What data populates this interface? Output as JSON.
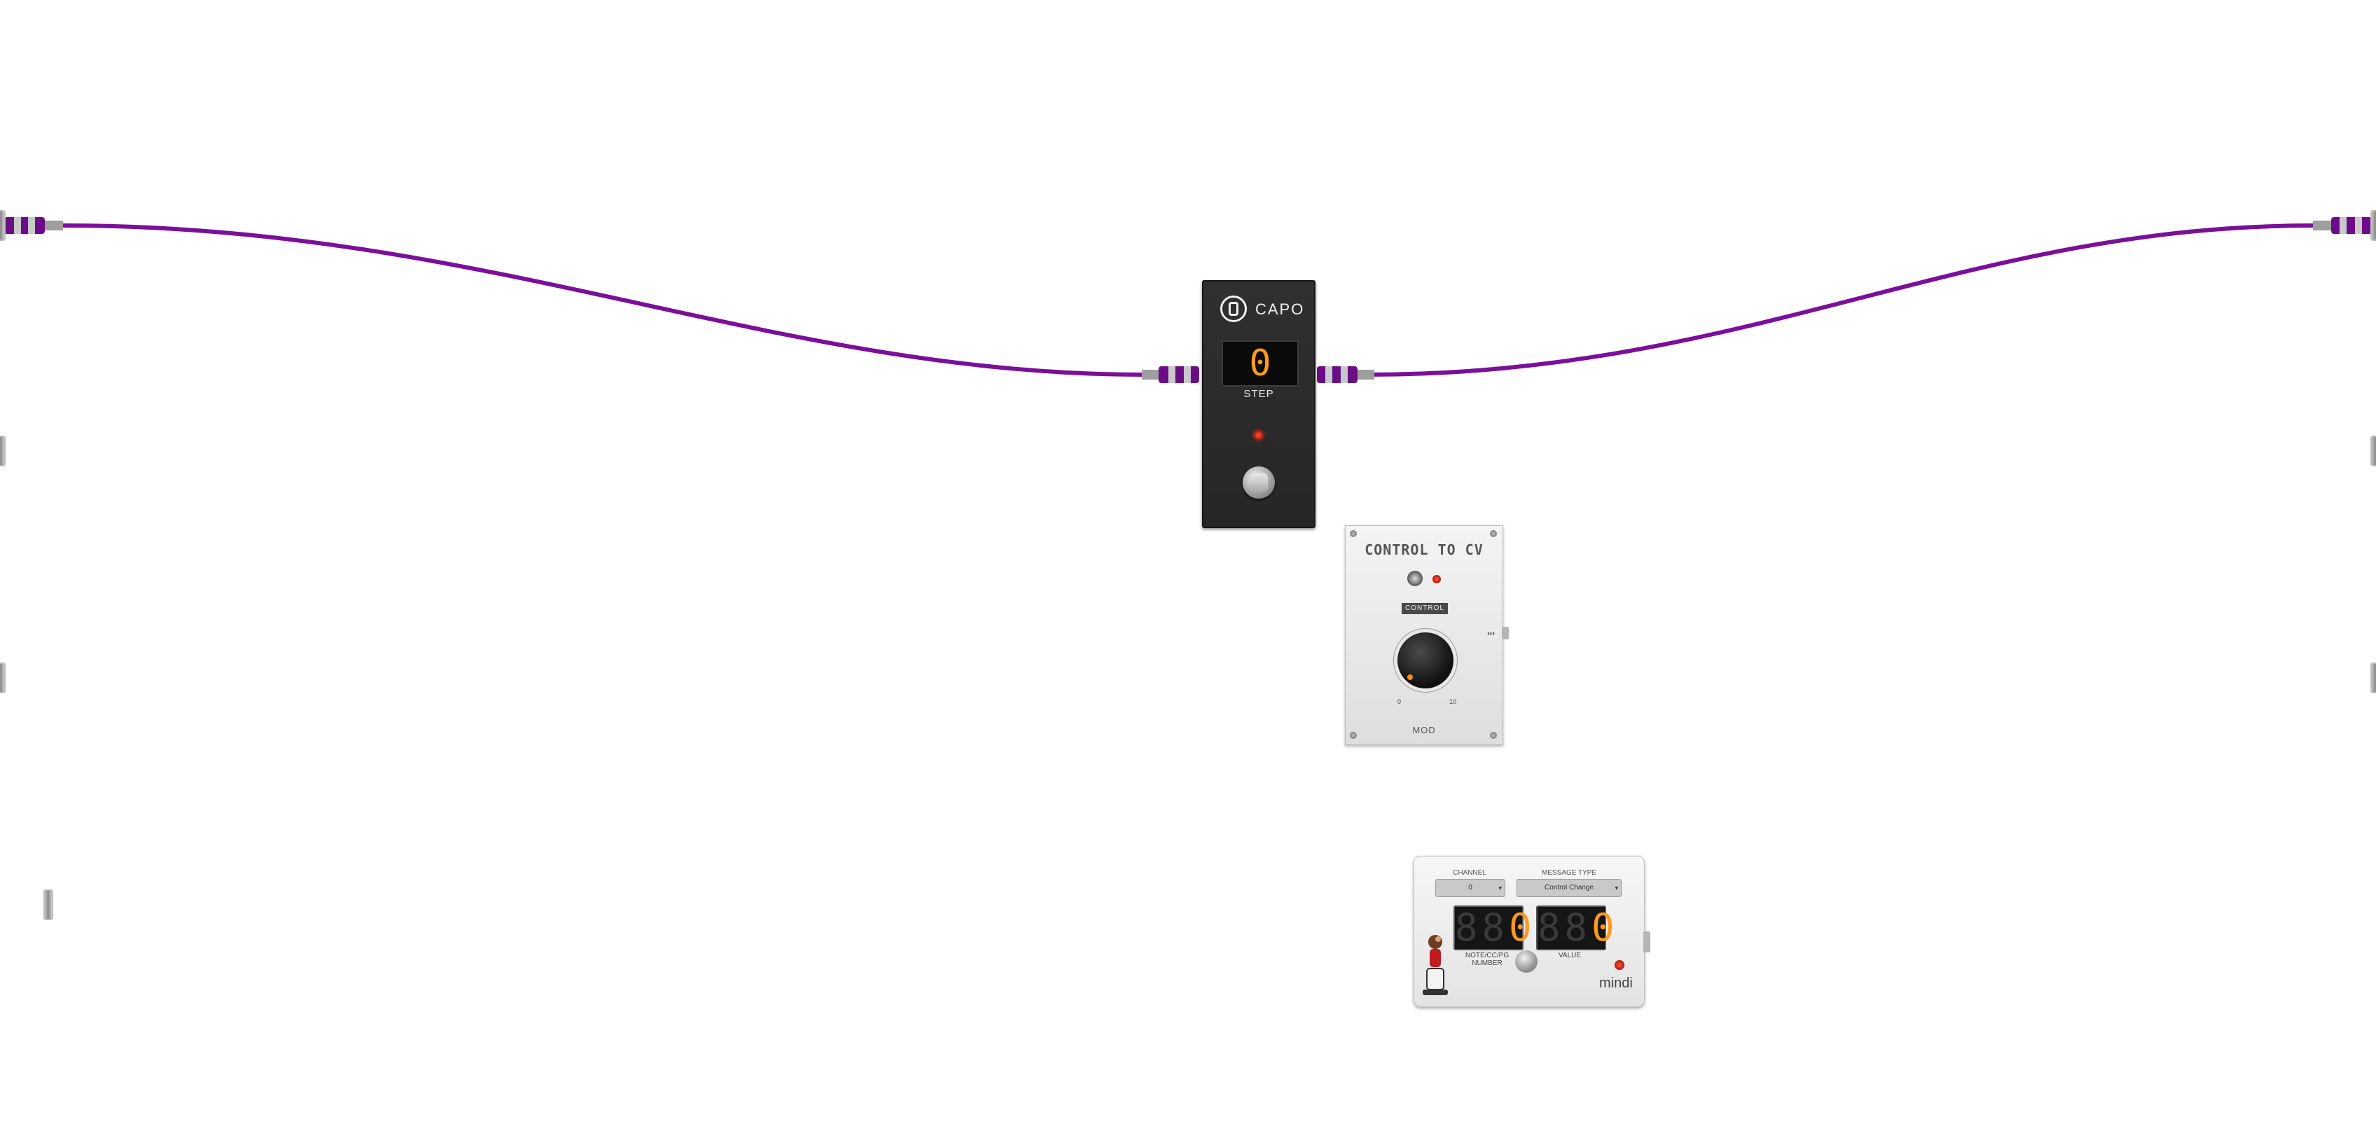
{
  "capo": {
    "name": "CAPO",
    "step_value": "0",
    "step_label": "STEP"
  },
  "control_to_cv": {
    "title": "CONTROL TO CV",
    "control_label": "CONTROL",
    "min_label": "0",
    "max_label": "10",
    "output_arrows": "›››",
    "brand": "MOD"
  },
  "mindi": {
    "channel_label": "CHANNEL",
    "channel_value": "0",
    "message_type_label": "MESSAGE TYPE",
    "message_type_value": "Control Change",
    "note_number_label": "NOTE/CC/PG NUMBER",
    "note_number_value": "0",
    "value_label": "VALUE",
    "value_value": "0",
    "brand": "mindi"
  },
  "colors": {
    "cable": "#7b0f9a",
    "display_digits": "#ff9b1a",
    "led": "#ff2b10"
  }
}
